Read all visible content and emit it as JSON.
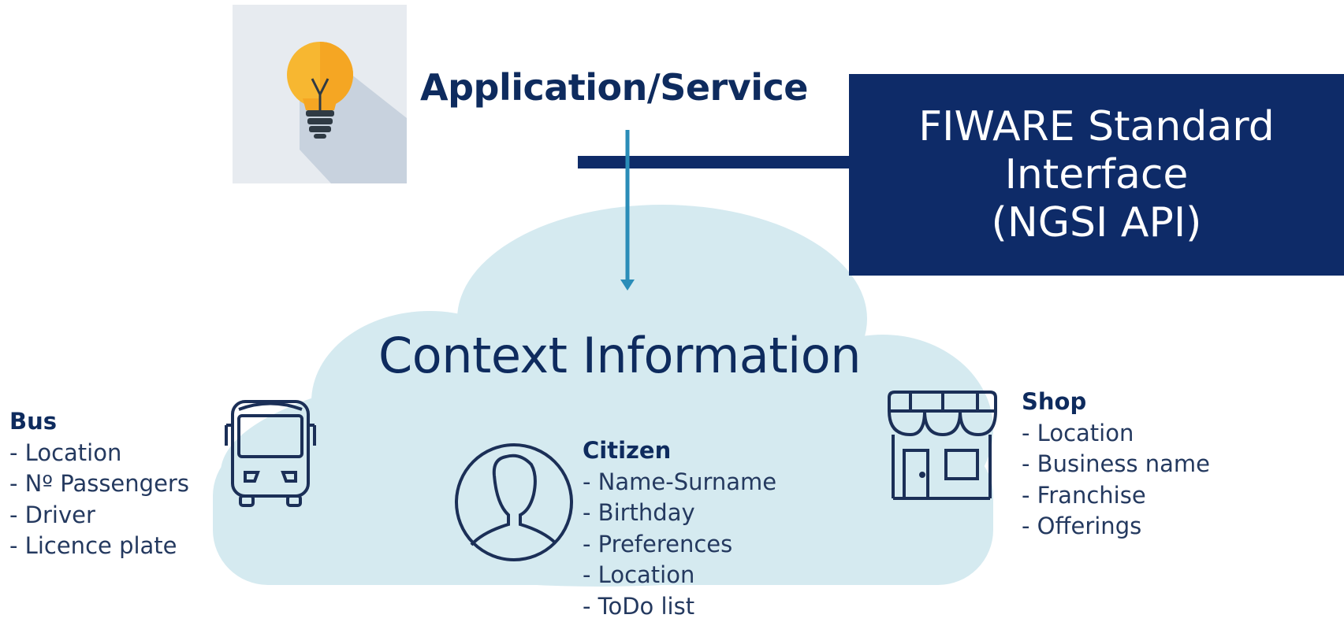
{
  "app_title": "Application/Service",
  "context_title": "Context Information",
  "fiware_lines": [
    "FIWARE Standard",
    "Interface",
    "(NGSI API)"
  ],
  "bus": {
    "title": "Bus",
    "attrs": [
      "- Location",
      "- Nº Passengers",
      "- Driver",
      "- Licence plate"
    ]
  },
  "citizen": {
    "title": "Citizen",
    "attrs": [
      "- Name-Surname",
      "- Birthday",
      "- Preferences",
      "- Location",
      "- ToDo list"
    ]
  },
  "shop": {
    "title": "Shop",
    "attrs": [
      "- Location",
      "- Business name",
      "- Franchise",
      "- Offerings"
    ]
  },
  "icons": [
    "lightbulb-icon",
    "bus-icon",
    "person-icon",
    "shop-icon"
  ],
  "colors": {
    "navy": "#0e2b68",
    "cloud": "#d5eaf0",
    "arrow": "#2a8db8",
    "tile": "#e7ebf0"
  }
}
